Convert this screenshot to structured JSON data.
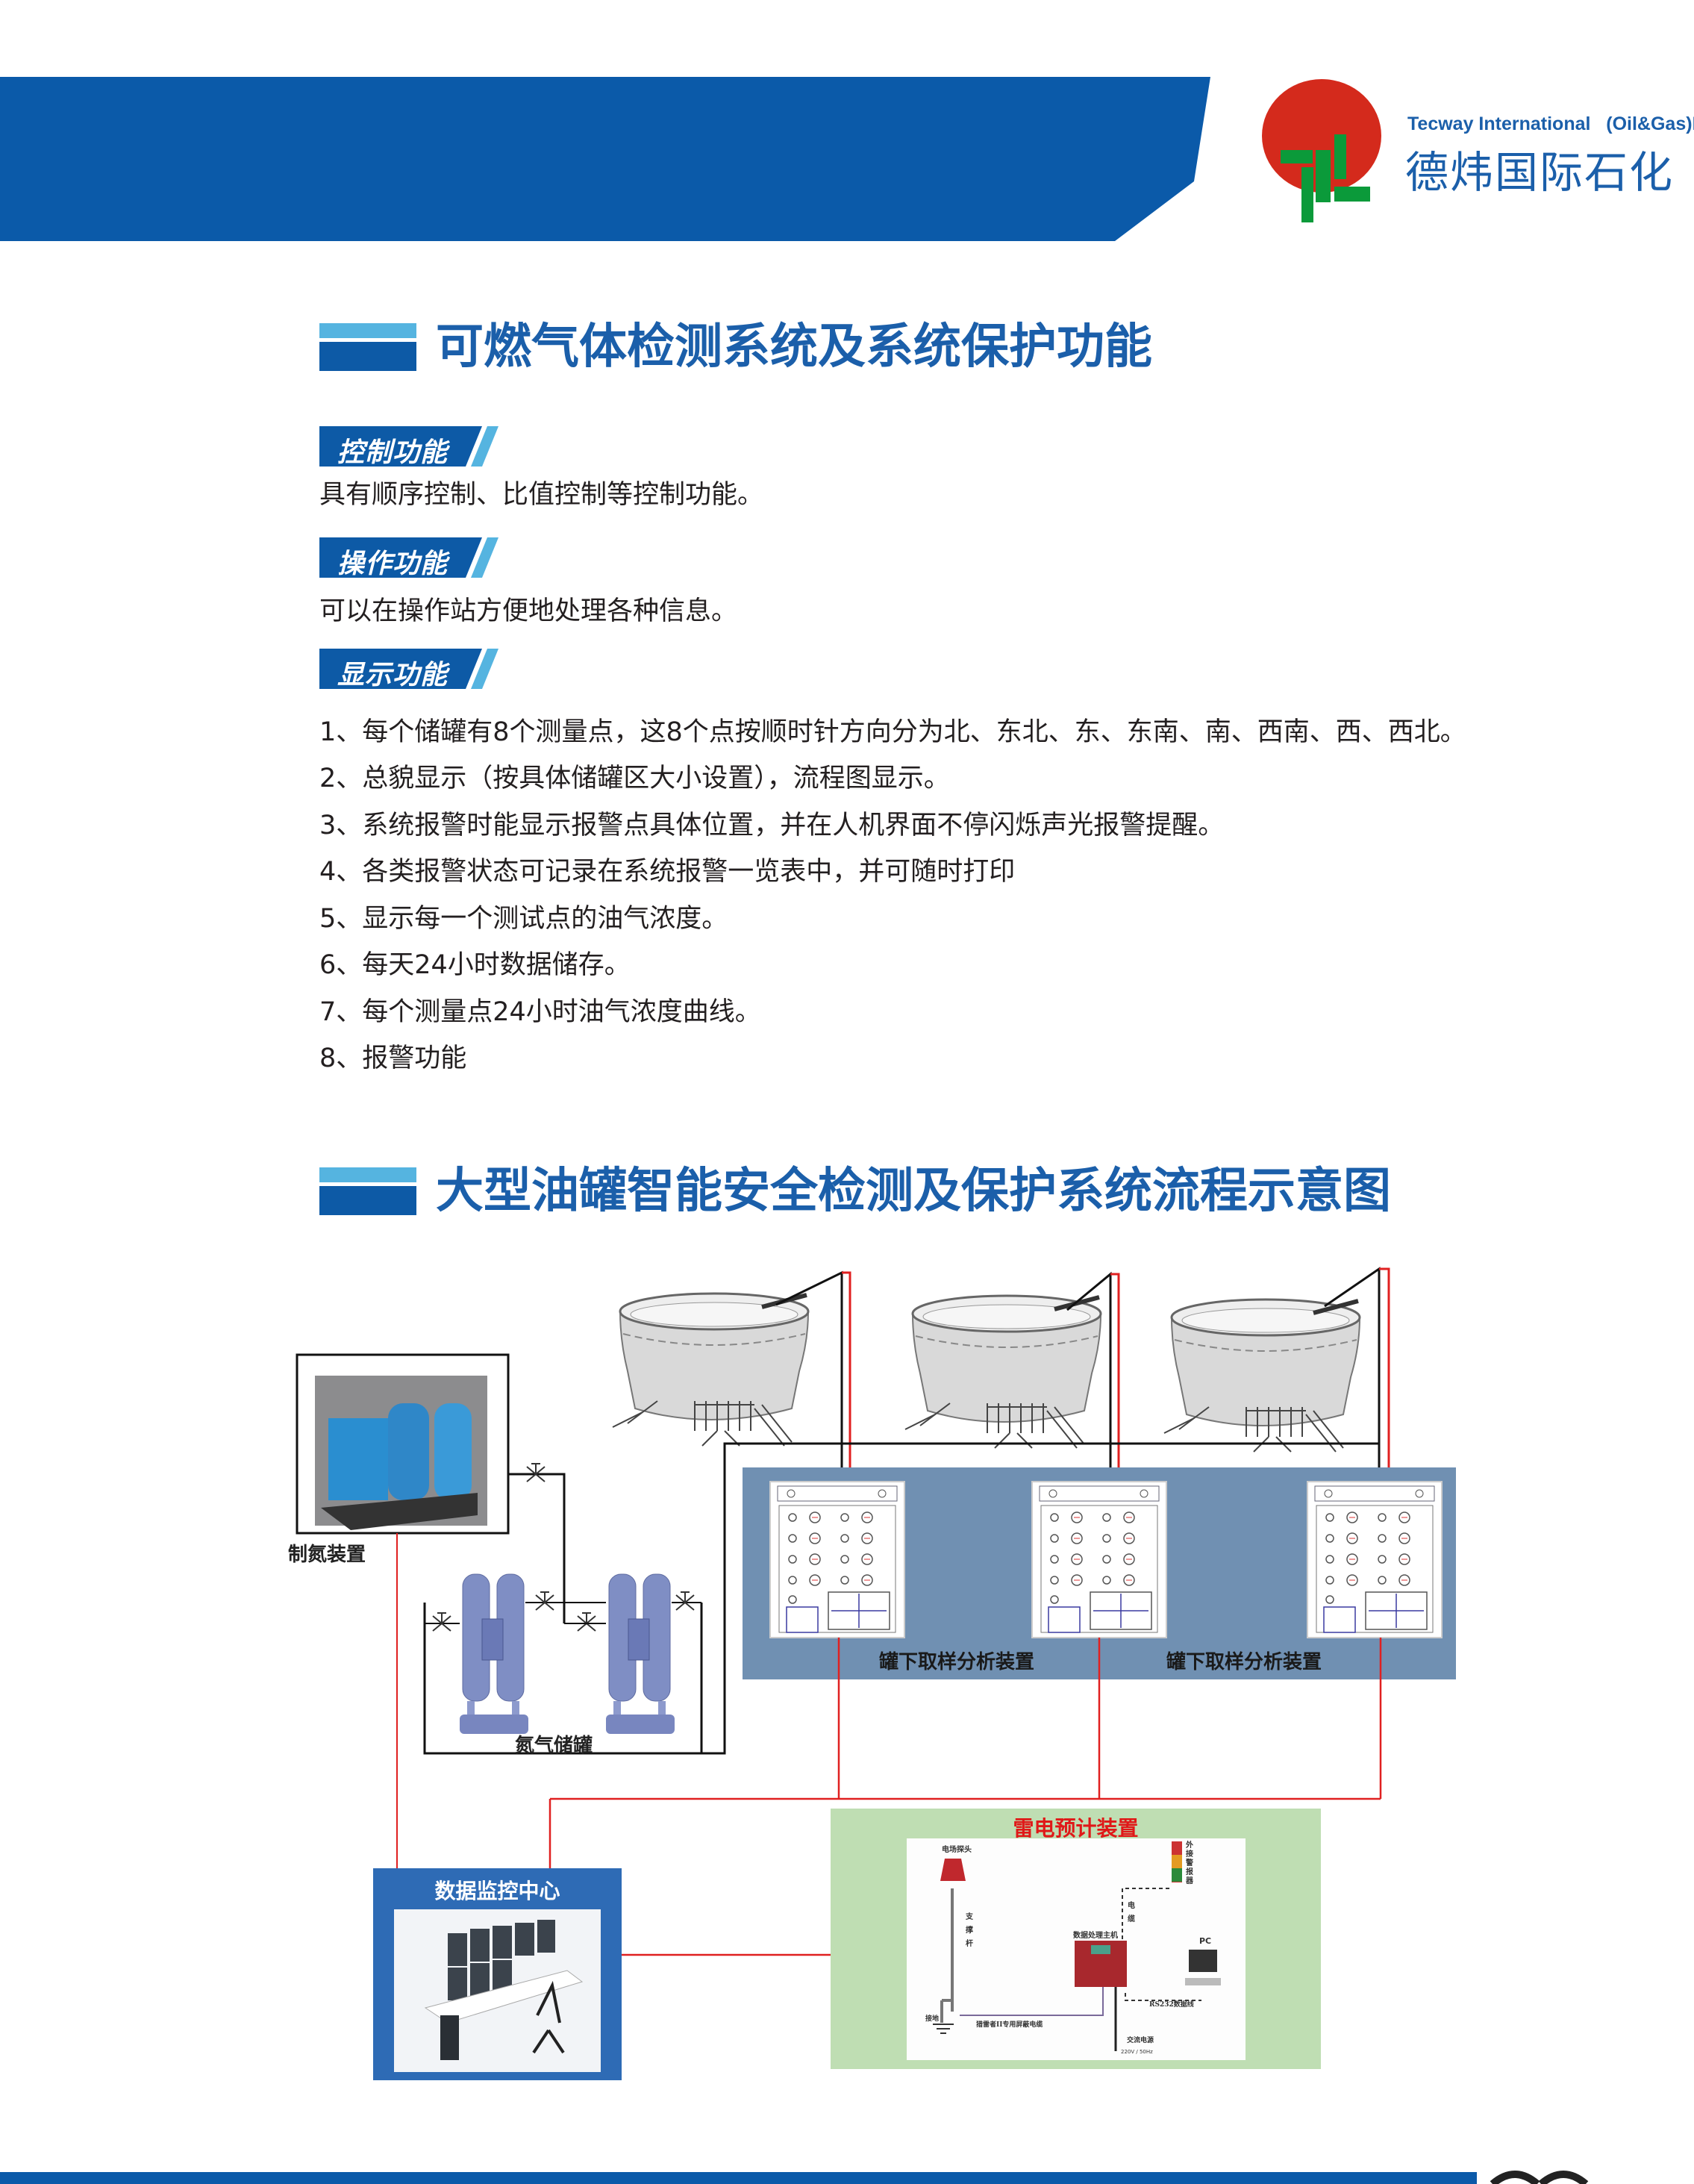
{
  "header": {
    "brand_color": "#0b5aa9",
    "logo": {
      "english": "Tecway International   (Oil&Gas)Ltd",
      "chinese": "德炜国际石化",
      "circle_color": "#d42a1c",
      "mark_color": "#0b9a3a"
    }
  },
  "section1": {
    "title": "可燃气体检测系统及系统保护功能",
    "groups": [
      {
        "tag": "控制功能",
        "text": "具有顺序控制、比值控制等控制功能。"
      },
      {
        "tag": "操作功能",
        "text": "可以在操作站方便地处理各种信息。"
      },
      {
        "tag": "显示功能"
      }
    ],
    "items": [
      "1、每个储罐有8个测量点，这8个点按顺时针方向分为北、东北、东、东南、南、西南、西、西北。",
      "2、总貌显示（按具体储罐区大小设置），流程图显示。",
      "3、系统报警时能显示报警点具体位置，并在人机界面不停闪烁声光报警提醒。",
      "4、各类报警状态可记录在系统报警一览表中，并可随时打印",
      "5、显示每一个测试点的油气浓度。",
      "6、每天24小时数据储存。",
      "7、每个测量点24小时油气浓度曲线。",
      "8、报警功能"
    ]
  },
  "section2": {
    "title": "大型油罐智能安全检测及保护系统流程示意图",
    "diagram": {
      "nitrogen_generator": "制氮装置",
      "nitrogen_tanks": "氮气储罐",
      "sampling_label_1": "罐下取样分析装置",
      "sampling_label_2": "罐下取样分析装置",
      "data_center": "数据监控中心",
      "lightning_device": "雷电预计装置",
      "lightning_parts": {
        "probe": "电场探头",
        "pole": "支撑杆",
        "alarm": "外接警报器",
        "cable": "电缆",
        "host": "数据处理主机",
        "pc": "PC",
        "rs232": "RS232数据线",
        "ground": "接地",
        "shield_cable": "猎雷者II专用屏蔽电缆",
        "ac_power": "交流电源",
        "voltage": "220V / 50Hz"
      },
      "colors": {
        "panel": "#7090b2",
        "data_center": "#2e6bb5",
        "lightning_bg": "#bfdeb3",
        "signal_line": "#e02020"
      }
    }
  }
}
